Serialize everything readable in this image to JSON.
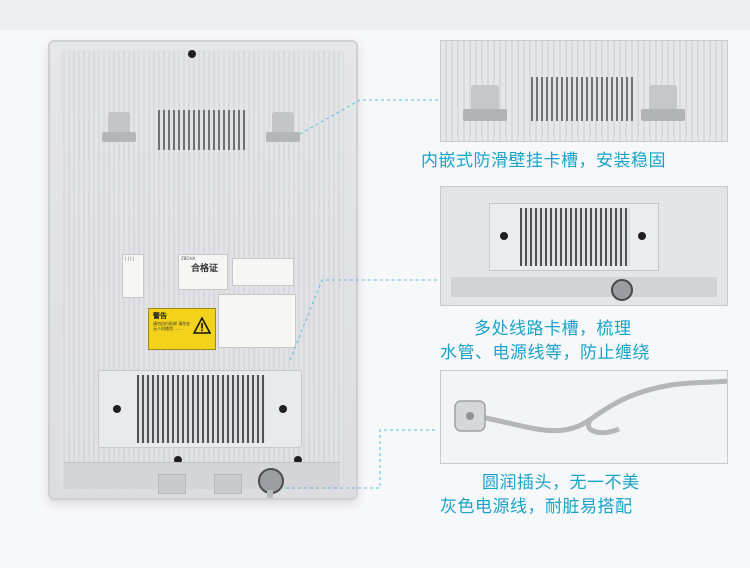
{
  "product_photo": {
    "certificate_label": {
      "title": "合格证",
      "brand": "ZBOHA"
    },
    "warning_label": {
      "title": "警告",
      "text": "请勿自行拆卸 请勿在无人时使用 ……"
    }
  },
  "callouts": [
    {
      "lines": [
        "内嵌式防滑壁挂卡槽，安装稳固"
      ]
    },
    {
      "lines": [
        "多处线路卡槽，梳理",
        "水管、电源线等，防止缠绕"
      ]
    },
    {
      "lines": [
        "圆润插头，无一不美",
        "灰色电源线，耐脏易搭配"
      ]
    }
  ],
  "colors": {
    "caption": "#1aa3c9",
    "leader_line": "#5bbfd9",
    "warning_label": "#f2d21b"
  }
}
